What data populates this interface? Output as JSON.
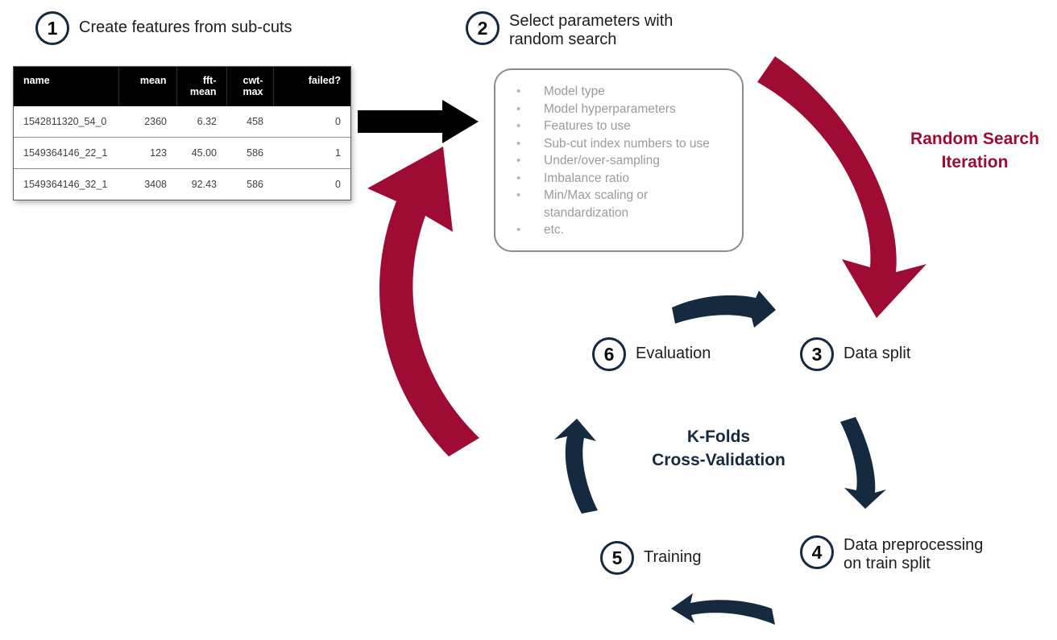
{
  "colors": {
    "navy": "#15293f",
    "crimson": "#9e0b33",
    "black": "#000000",
    "gray_border": "#8c8c8c",
    "bullet_text": "#9b9b9b"
  },
  "steps": [
    {
      "number": "1",
      "label": "Create features from sub-cuts"
    },
    {
      "number": "2",
      "label": "Select parameters with\nrandom search"
    },
    {
      "number": "3",
      "label": "Data split"
    },
    {
      "number": "4",
      "label": "Data preprocessing\non train split"
    },
    {
      "number": "5",
      "label": "Training"
    },
    {
      "number": "6",
      "label": "Evaluation"
    }
  ],
  "feature_table": {
    "columns": [
      "name",
      "mean",
      "fft-\nmean",
      "cwt-\nmax",
      "failed?"
    ],
    "rows": [
      [
        "1542811320_54_0",
        "2360",
        "6.32",
        "458",
        "0"
      ],
      [
        "1549364146_22_1",
        "123",
        "45.00",
        "586",
        "1"
      ],
      [
        "1549364146_32_1",
        "3408",
        "92.43",
        "586",
        "0"
      ]
    ]
  },
  "params_box": {
    "items": [
      "Model type",
      "Model hyperparameters",
      "Features to use",
      "Sub-cut index numbers to use",
      "Under/over-sampling",
      "Imbalance ratio",
      "Min/Max scaling or standardization",
      "etc."
    ]
  },
  "annotations": {
    "random_search": "Random Search\nIteration",
    "kfolds": "K-Folds\nCross-Validation"
  }
}
